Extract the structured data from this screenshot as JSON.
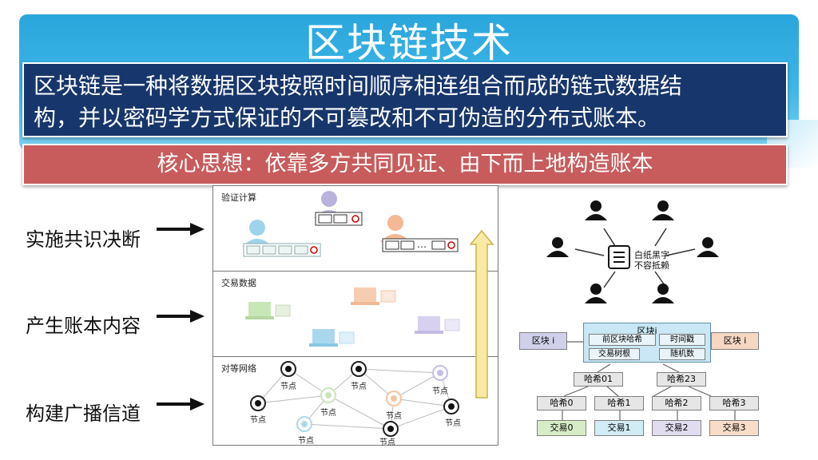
{
  "title": "区块链技术",
  "definition": {
    "line1": "区块链是一种将数据区块按照时间顺序相连组合而成的链式数据结",
    "line2": "构，并以密码学方式保证的不可篡改和不可伪造的分布式账本。"
  },
  "core_idea": "核心思想：依靠多方共同见证、由下而上地构造账本",
  "left_labels": [
    "实施共识决断",
    "产生账本内容",
    "构建广播信道"
  ],
  "panels": {
    "verify": "验证计算",
    "txdata": "交易数据",
    "p2p": "对等网络",
    "node_label": "节点",
    "ellipsis": "…"
  },
  "ledger": {
    "line1": "白纸黑字",
    "line2": "不容抵赖"
  },
  "block": {
    "title": "区块i",
    "left_block": "区块 i",
    "right_block": "区块 i",
    "fields": [
      "前区块哈希",
      "时间戳",
      "交易树根",
      "随机数"
    ],
    "hash_mid": [
      "哈希01",
      "哈希23"
    ],
    "hash_leaf": [
      "哈希0",
      "哈希1",
      "哈希2",
      "哈希3"
    ],
    "tx": [
      "交易0",
      "交易1",
      "交易2",
      "交易3"
    ]
  },
  "colors": {
    "title_band": "#2aa6dc",
    "definition_bg": "#17366b",
    "core_bg": "#c85c5c",
    "tx_green": "#d6ecc6",
    "tx_blue": "#d2ecf6",
    "tx_purple": "#e1dcf0",
    "tx_orange": "#f8dcc8"
  }
}
